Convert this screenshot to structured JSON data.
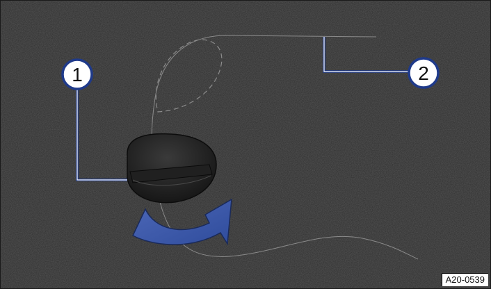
{
  "figure": {
    "code": "A20-0539",
    "callouts": [
      {
        "number": "1"
      },
      {
        "number": "2"
      }
    ]
  },
  "colors": {
    "carpet": "#2b2b2b",
    "callout_blue": "#1f3a8a",
    "arrow_blue": "#3e5aa8",
    "cover_black": "#1c1c1c"
  },
  "icons": {
    "rotation_arrow": "curved-arrow-icon"
  }
}
